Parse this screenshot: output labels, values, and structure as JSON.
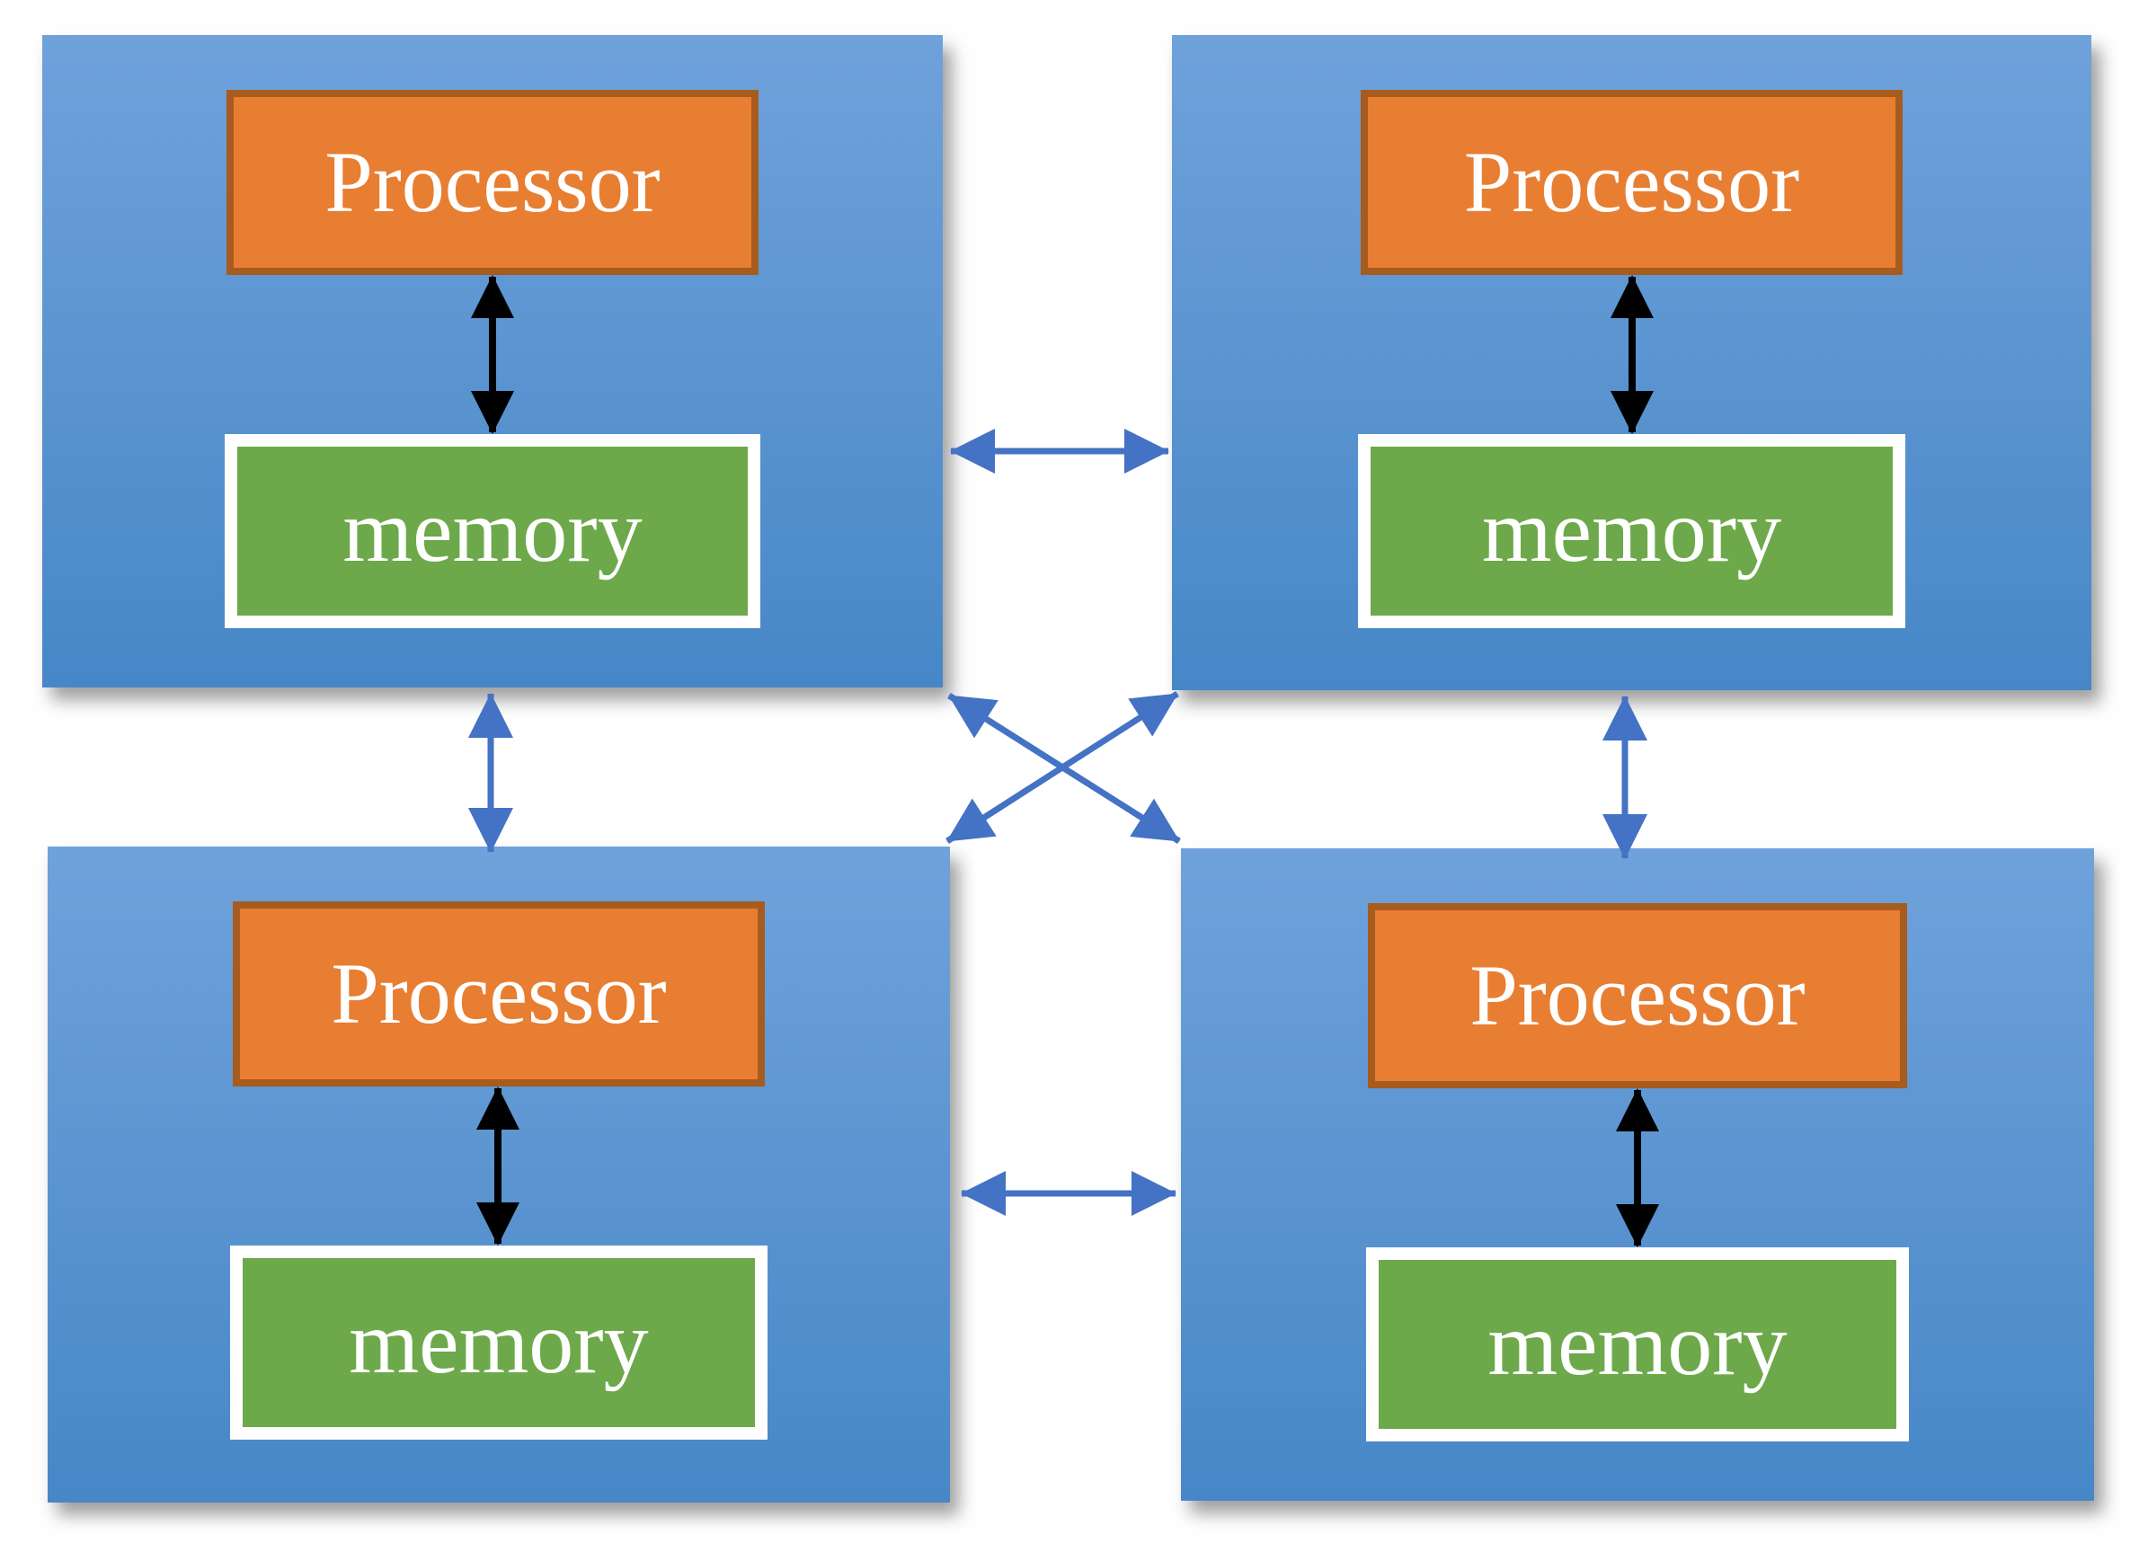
{
  "canvas": {
    "background": "#FFFFFF"
  },
  "colors": {
    "canvas_bg": "#FFFFFF",
    "node_blue_top": "#6FA2DB",
    "node_blue_bottom": "#4787C7",
    "processor_fill": "#E87E32",
    "processor_border": "#A85B1E",
    "memory_fill": "#6DA94B",
    "memory_border": "#FFFFFF",
    "connector_blue": "#4472C4",
    "arrow_black": "#000000",
    "label_text": "#FFFFFF"
  },
  "nodes": [
    {
      "id": "node-top-left",
      "processor_label": "Processor",
      "memory_label": "memory"
    },
    {
      "id": "node-top-right",
      "processor_label": "Processor",
      "memory_label": "memory"
    },
    {
      "id": "node-bottom-left",
      "processor_label": "Processor",
      "memory_label": "memory"
    },
    {
      "id": "node-bottom-right",
      "processor_label": "Processor",
      "memory_label": "memory"
    }
  ],
  "arrows": {
    "intra_node": {
      "type": "bidirectional",
      "connects": [
        "Processor",
        "memory"
      ],
      "color": "#000000",
      "count": 4
    },
    "inter_node": [
      {
        "between": [
          "node-top-left",
          "node-top-right"
        ],
        "orientation": "horizontal",
        "type": "bidirectional",
        "color": "#4472C4"
      },
      {
        "between": [
          "node-bottom-left",
          "node-bottom-right"
        ],
        "orientation": "horizontal",
        "type": "bidirectional",
        "color": "#4472C4"
      },
      {
        "between": [
          "node-top-left",
          "node-bottom-left"
        ],
        "orientation": "vertical",
        "type": "bidirectional",
        "color": "#4472C4"
      },
      {
        "between": [
          "node-top-right",
          "node-bottom-right"
        ],
        "orientation": "vertical",
        "type": "bidirectional",
        "color": "#4472C4"
      },
      {
        "between": [
          "node-top-left",
          "node-bottom-right"
        ],
        "orientation": "diagonal",
        "type": "bidirectional",
        "color": "#4472C4"
      },
      {
        "between": [
          "node-bottom-left",
          "node-top-right"
        ],
        "orientation": "diagonal",
        "type": "bidirectional",
        "color": "#4472C4"
      }
    ]
  }
}
